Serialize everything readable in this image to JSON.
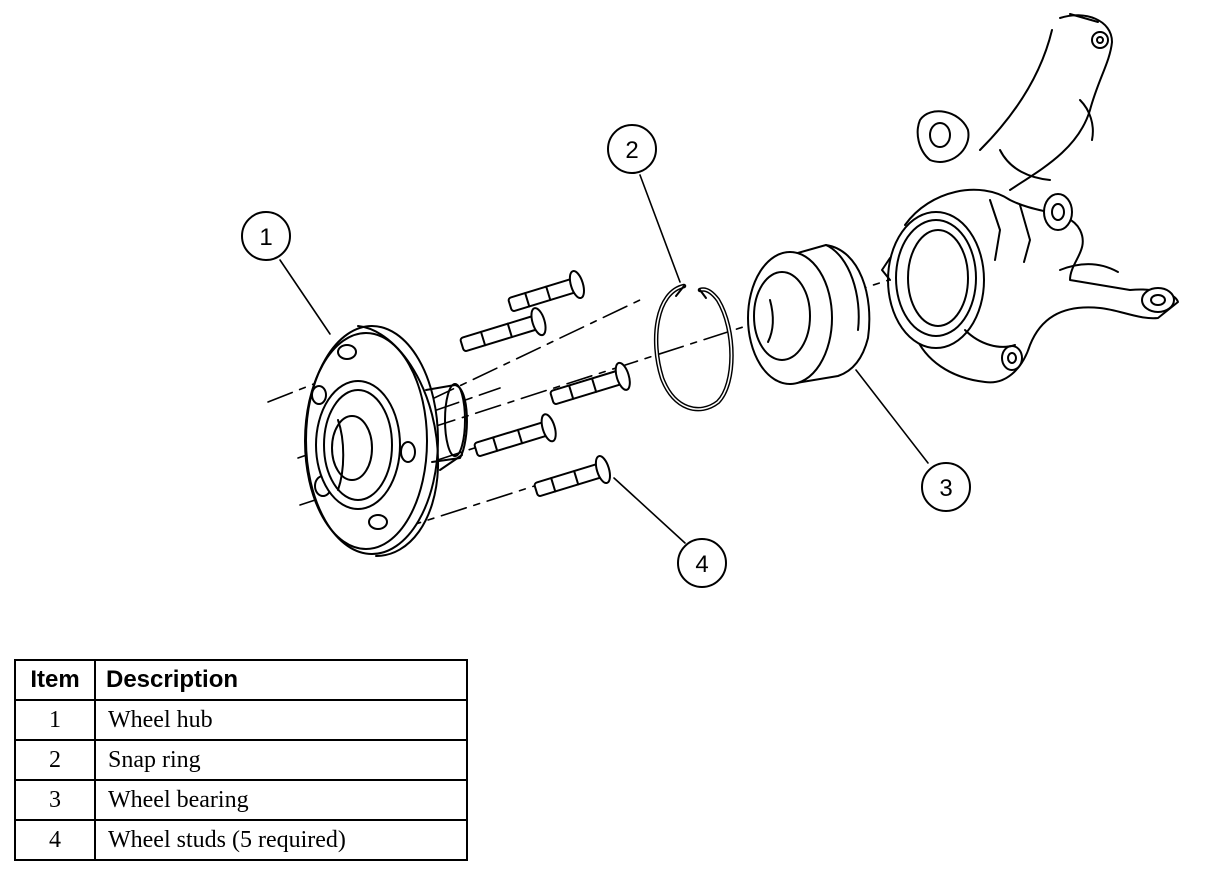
{
  "diagram": {
    "callouts": [
      {
        "label": "1"
      },
      {
        "label": "2"
      },
      {
        "label": "3"
      },
      {
        "label": "4"
      }
    ]
  },
  "table": {
    "headers": [
      "Item",
      "Description"
    ],
    "rows": [
      {
        "item": "1",
        "description": "Wheel hub"
      },
      {
        "item": "2",
        "description": "Snap ring"
      },
      {
        "item": "3",
        "description": "Wheel bearing"
      },
      {
        "item": "4",
        "description": "Wheel studs (5 required)"
      }
    ]
  }
}
